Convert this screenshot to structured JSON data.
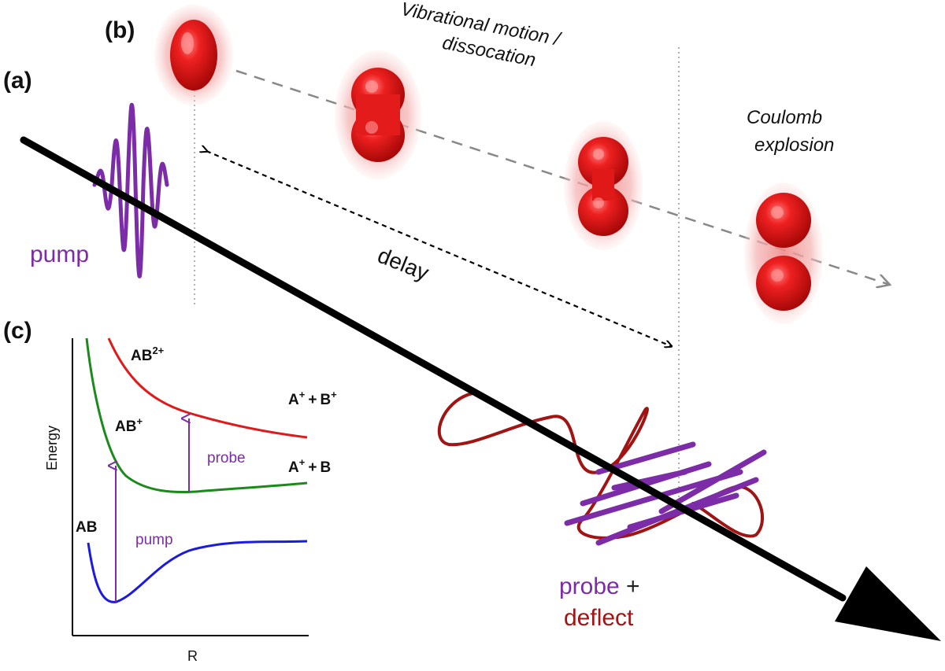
{
  "panel_labels": {
    "a": "(a)",
    "b": "(b)",
    "c": "(c)"
  },
  "annotations": {
    "vibrational_line1": "Vibrational motion /",
    "vibrational_line2": "dissocation",
    "coulomb_line1": "Coulomb",
    "coulomb_line2": "explosion",
    "delay": "delay",
    "pump": "pump",
    "probe": "probe",
    "plus": "+",
    "deflect": "deflect"
  },
  "energy_diagram": {
    "y_axis": "Energy",
    "x_axis": "R",
    "states": {
      "ab2plus_base": "AB",
      "ab2plus_sup": "2+",
      "ab2plus_asymptote_a": "A",
      "ab2plus_asymptote_b": "B",
      "abplus_base": "AB",
      "abplus_sup": "+",
      "abplus_asymptote_a": "A",
      "abplus_asymptote_b": "B",
      "ab": "AB",
      "plus_sup": "+",
      "plus_sign": "+"
    },
    "transitions": {
      "pump": "pump",
      "probe": "probe"
    }
  },
  "colors": {
    "pump": "#7b2ca6",
    "probe": "#7b2ca6",
    "deflect": "#a01414",
    "ab_curve": "#1a1ae0",
    "abplus_curve": "#1a8a1a",
    "ab2plus_curve": "#e01a1a",
    "molecule": "#e01818"
  }
}
